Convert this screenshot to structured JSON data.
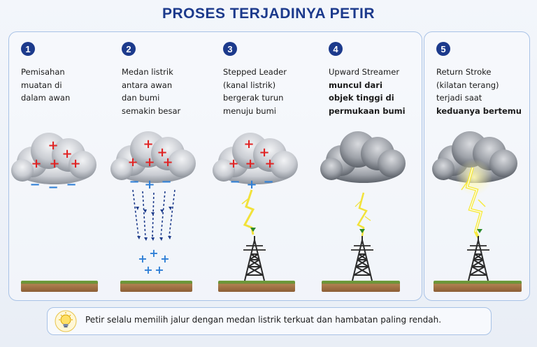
{
  "title": "PROSES TERJADINYA PETIR",
  "steps": [
    {
      "number": "1",
      "lines": [
        "Pemisahan",
        "muatan di",
        "dalam awan"
      ]
    },
    {
      "number": "2",
      "lines": [
        "Medan listrik",
        "antara awan",
        "dan bumi",
        "semakin besar"
      ]
    },
    {
      "number": "3",
      "lines": [
        "Stepped Leader",
        "(kanal listrik)",
        "bergerak turun",
        "menuju bumi"
      ]
    },
    {
      "number": "4",
      "lines": [
        "Upward Streamer",
        "muncul dari",
        "objek tinggi di",
        "permukaan bumi"
      ]
    },
    {
      "number": "5",
      "lines": [
        "Return Stroke",
        "(kilatan terang)",
        "terjadi saat",
        "keduanya bertemu"
      ]
    }
  ],
  "charge_symbols": {
    "positive": "+",
    "negative": "−"
  },
  "note": "Petir selalu memilih jalur dengan medan listrik terkuat dan hambatan paling rendah.",
  "colors": {
    "title": "#1c3a8c",
    "positive": "#e02424",
    "negative": "#2f7fd6",
    "lightning": "#f2e23a",
    "border": "#a8c2e6"
  },
  "icons": [
    "lightbulb-icon",
    "cloud-icon",
    "lightning-icon",
    "tower-icon",
    "ground-icon"
  ]
}
